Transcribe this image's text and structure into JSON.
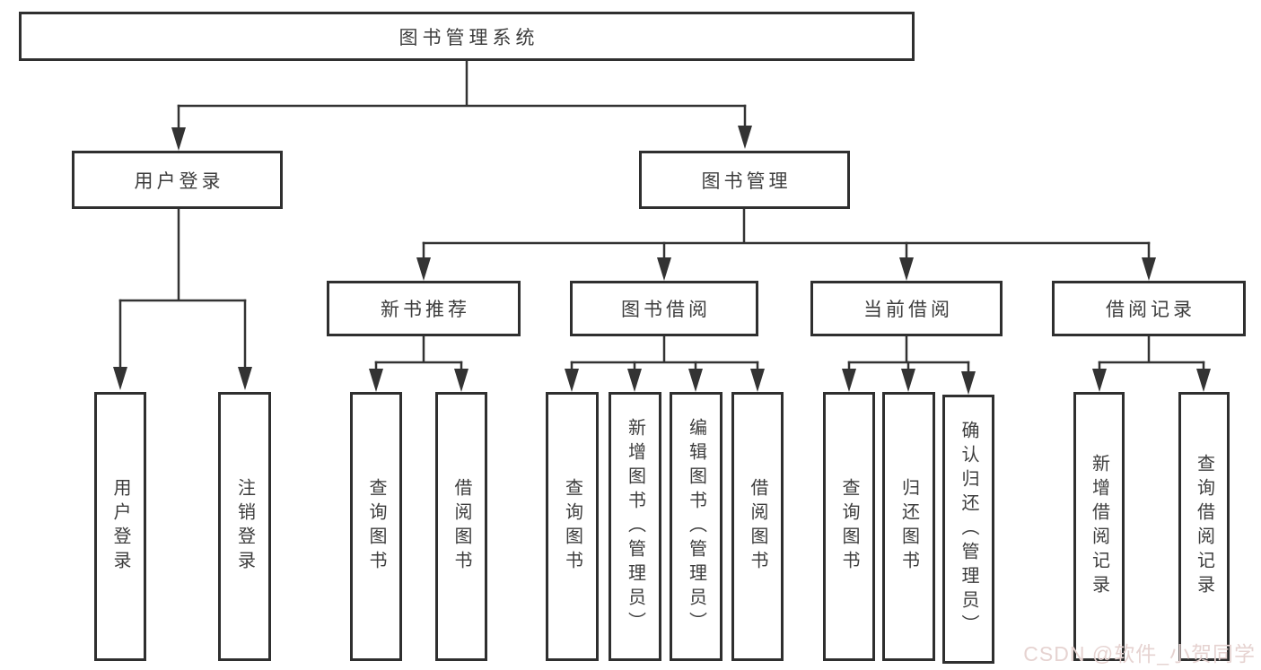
{
  "tree": {
    "root": {
      "label": "图书管理系统",
      "children": [
        {
          "label": "用户登录",
          "children": [
            {
              "label": "用户登录"
            },
            {
              "label": "注销登录"
            }
          ]
        },
        {
          "label": "图书管理",
          "children": [
            {
              "label": "新书推荐",
              "children": [
                {
                  "label": "查询图书"
                },
                {
                  "label": "借阅图书"
                }
              ]
            },
            {
              "label": "图书借阅",
              "children": [
                {
                  "label": "查询图书"
                },
                {
                  "label": "新增图书（管理员）"
                },
                {
                  "label": "编辑图书（管理员）"
                },
                {
                  "label": "借阅图书"
                }
              ]
            },
            {
              "label": "当前借阅",
              "children": [
                {
                  "label": "查询图书"
                },
                {
                  "label": "归还图书"
                },
                {
                  "label": "确认归还（管理员）"
                }
              ]
            },
            {
              "label": "借阅记录",
              "children": [
                {
                  "label": "新增借阅记录"
                },
                {
                  "label": "查询借阅记录"
                }
              ]
            }
          ]
        }
      ]
    }
  },
  "watermark": {
    "text": "CSDN @软件_小贺同学",
    "color": "#e6d3d1"
  },
  "colors": {
    "line": "#333333",
    "border": "#2f2f2f",
    "text": "#3d3d3d",
    "background": "#ffffff"
  }
}
